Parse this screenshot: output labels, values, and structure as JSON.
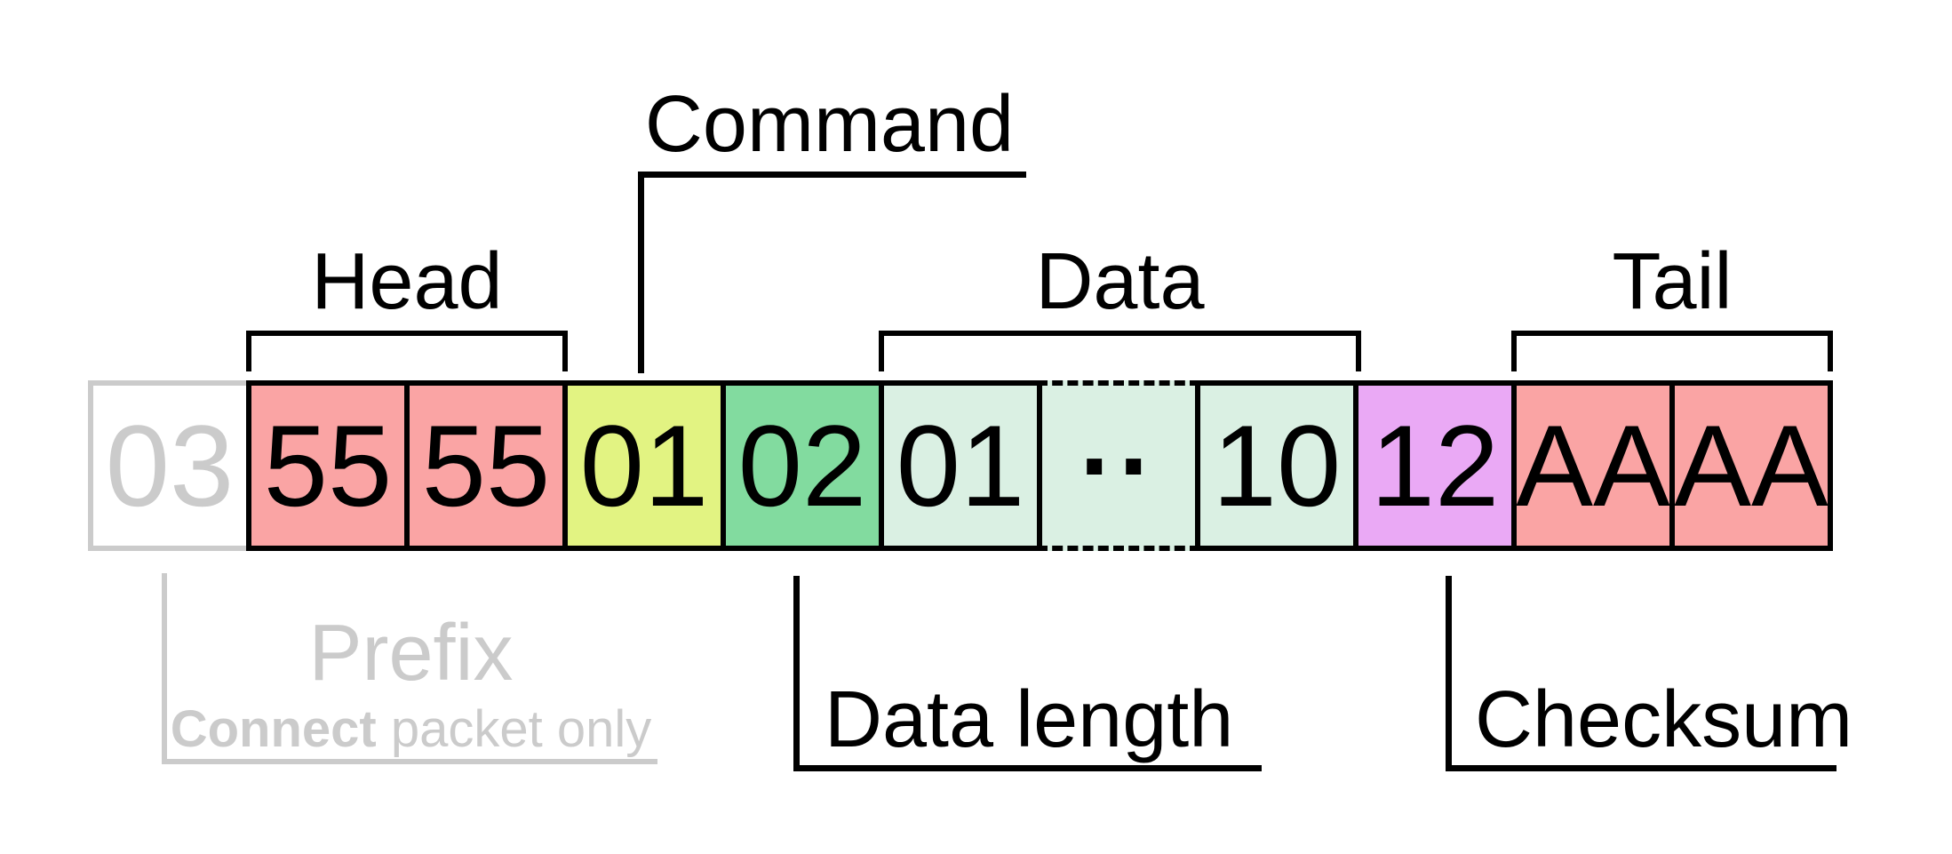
{
  "packet": {
    "cells": [
      {
        "value": "03",
        "bg": "#ffffff",
        "text_color": "#cbcbcb",
        "border_color": "#cbcbcb",
        "role": "prefix"
      },
      {
        "value": "55",
        "bg": "#faa4a4",
        "role": "head"
      },
      {
        "value": "55",
        "bg": "#faa4a4",
        "role": "head"
      },
      {
        "value": "01",
        "bg": "#e2f382",
        "role": "command"
      },
      {
        "value": "02",
        "bg": "#82db9f",
        "role": "data-length"
      },
      {
        "value": "01",
        "bg": "#daf0e3",
        "role": "data"
      },
      {
        "value": "··",
        "bg": "#daf0e3",
        "role": "data-ellipsis"
      },
      {
        "value": "10",
        "bg": "#daf0e3",
        "role": "data"
      },
      {
        "value": "12",
        "bg": "#eaa9f5",
        "role": "checksum"
      },
      {
        "value": "AA",
        "bg": "#faa4a4",
        "role": "tail"
      },
      {
        "value": "AA",
        "bg": "#faa4a4",
        "role": "tail"
      }
    ]
  },
  "labels": {
    "head": "Head",
    "command": "Command",
    "data": "Data",
    "tail": "Tail",
    "data_length": "Data length",
    "checksum": "Checksum",
    "prefix": "Prefix",
    "prefix_note_bold": "Connect",
    "prefix_note_rest": " packet only"
  },
  "colors": {
    "line": "#000000",
    "muted_gray": "#cbcbcb",
    "head_tail_pink": "#faa4a4",
    "command_yellow": "#e2f382",
    "data_length_green": "#82db9f",
    "data_mint": "#daf0e3",
    "checksum_purple": "#eaa9f5"
  }
}
